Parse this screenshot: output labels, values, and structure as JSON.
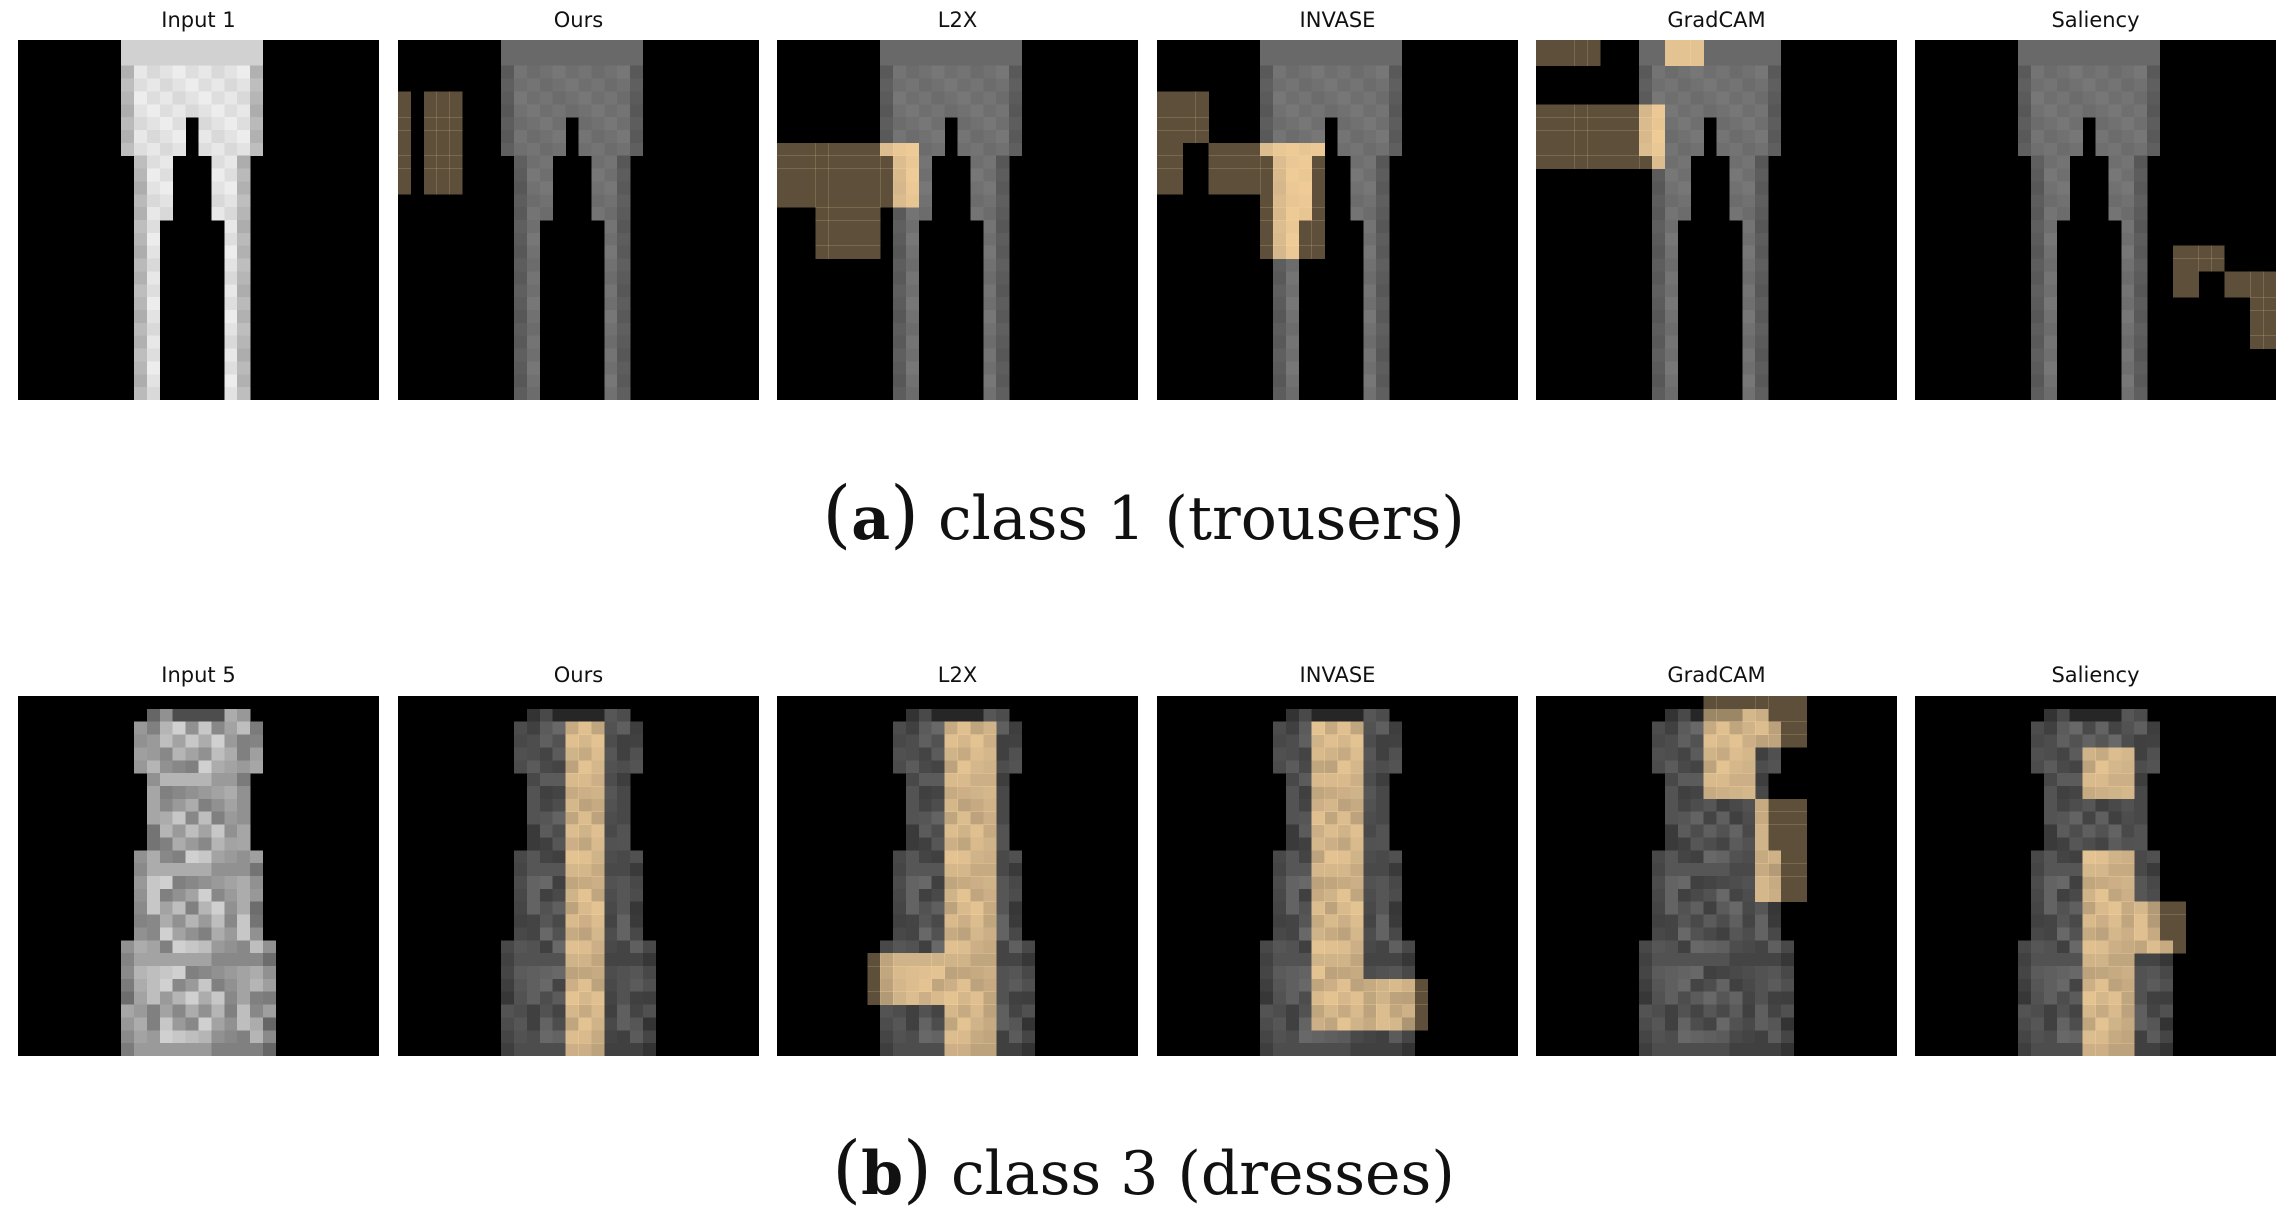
{
  "figure": {
    "rows": [
      {
        "id": "a",
        "caption_label": "a",
        "caption_text": "class 1 (trousers)",
        "garment": "trousers",
        "panels": [
          {
            "title": "Input 1",
            "kind": "input"
          },
          {
            "title": "Ours",
            "kind": "mask",
            "mask": [
              [
                4,
                12,
                0,
                1
              ],
              [
                4,
                8,
                4,
                2
              ],
              [
                4,
                12,
                2,
                5
              ]
            ]
          },
          {
            "title": "L2X",
            "kind": "mask",
            "mask": [
              [
                8,
                13,
                0,
                3
              ],
              [
                8,
                17,
                3,
                8
              ],
              [
                8,
                13,
                8,
                11
              ]
            ]
          },
          {
            "title": "INVASE",
            "kind": "mask",
            "mask": [
              [
                4,
                12,
                0,
                2
              ],
              [
                4,
                8,
                2,
                4
              ],
              [
                8,
                12,
                4,
                8
              ],
              [
                8,
                17,
                8,
                13
              ]
            ]
          },
          {
            "title": "GradCAM",
            "kind": "mask",
            "mask": [
              [
                0,
                2,
                0,
                5
              ],
              [
                5,
                10,
                0,
                10
              ],
              [
                0,
                2,
                10,
                13
              ]
            ]
          },
          {
            "title": "Saliency",
            "kind": "mask",
            "mask": [
              [
                16,
                20,
                20,
                22
              ],
              [
                16,
                18,
                22,
                24
              ],
              [
                18,
                20,
                24,
                26
              ],
              [
                18,
                24,
                26,
                28
              ]
            ]
          }
        ]
      },
      {
        "id": "b",
        "caption_label": "b",
        "caption_text": "class 3 (dresses)",
        "garment": "dresses",
        "panels": [
          {
            "title": "Input 5",
            "kind": "input"
          },
          {
            "title": "Ours",
            "kind": "mask",
            "mask": [
              [
                2,
                28,
                13,
                16
              ]
            ]
          },
          {
            "title": "L2X",
            "kind": "mask",
            "mask": [
              [
                2,
                20,
                13,
                17
              ],
              [
                20,
                24,
                7,
                17
              ],
              [
                24,
                28,
                13,
                17
              ]
            ]
          },
          {
            "title": "INVASE",
            "kind": "mask",
            "mask": [
              [
                2,
                22,
                12,
                16
              ],
              [
                22,
                26,
                12,
                21
              ]
            ]
          },
          {
            "title": "GradCAM",
            "kind": "mask",
            "mask": [
              [
                0,
                4,
                13,
                21
              ],
              [
                4,
                8,
                13,
                17
              ],
              [
                8,
                16,
                17,
                21
              ]
            ]
          },
          {
            "title": "Saliency",
            "kind": "mask",
            "mask": [
              [
                4,
                8,
                13,
                17
              ],
              [
                12,
                28,
                13,
                17
              ],
              [
                16,
                20,
                17,
                21
              ]
            ]
          }
        ]
      }
    ],
    "colors": {
      "mask": "#f4cf98",
      "background": "#000000"
    }
  }
}
